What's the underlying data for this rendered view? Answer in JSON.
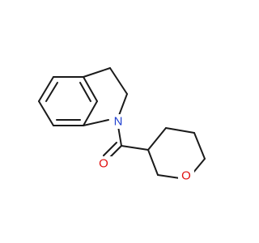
{
  "molecule": {
    "colors": {
      "bond": "#1a1a1a",
      "N": "#2040d0",
      "O": "#e01010",
      "background": "#ffffff"
    },
    "atoms": [
      {
        "id": "N1",
        "element": "N",
        "label": "N"
      },
      {
        "id": "O_carbonyl",
        "element": "O",
        "label": "O"
      },
      {
        "id": "O_ring",
        "element": "O",
        "label": "O"
      }
    ]
  }
}
